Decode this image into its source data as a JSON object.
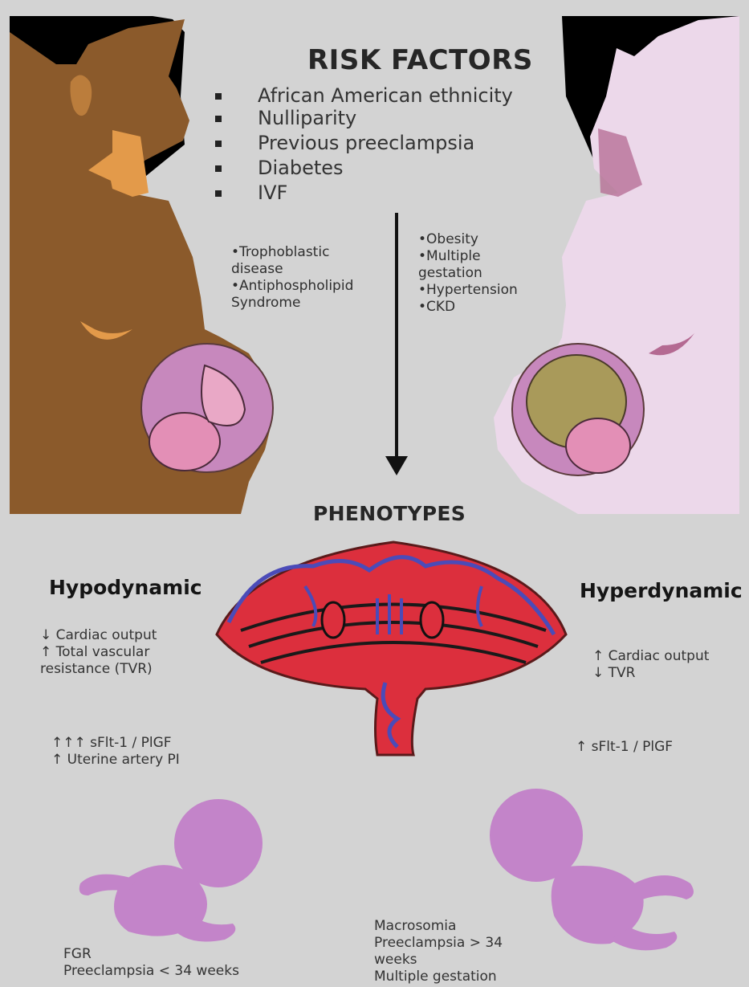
{
  "risk_factors": {
    "title": "RISK FACTORS",
    "main": [
      "African American ethnicity",
      "Nulliparity",
      "Previous preeclampsia",
      "Diabetes",
      "IVF"
    ],
    "left_column": [
      "•Trophoblastic",
      "disease",
      "•Antiphospholipid",
      "Syndrome"
    ],
    "right_column": [
      "•Obesity",
      "•Multiple",
      "gestation",
      "•Hypertension",
      "•CKD"
    ]
  },
  "phenotypes": {
    "title": "PHENOTYPES",
    "hypodynamic": {
      "title": "Hypodynamic",
      "hemodynamics": [
        "↓ Cardiac output",
        "↑ Total vascular",
        "resistance (TVR)"
      ],
      "markers": [
        "↑↑↑ sFlt-1 / PlGF",
        "↑ Uterine artery PI"
      ],
      "outcomes": [
        "FGR",
        "Preeclampsia < 34 weeks"
      ]
    },
    "hyperdynamic": {
      "title": "Hyperdynamic",
      "hemodynamics": [
        "↑ Cardiac output",
        "↓ TVR"
      ],
      "markers": [
        "↑ sFlt-1 / PlGF"
      ],
      "outcomes": [
        "Macrosomia",
        "Preeclampsia > 34",
        "weeks",
        "Multiple gestation"
      ]
    }
  },
  "colors": {
    "background": "#d3d3d3",
    "left_figure": "#8b5a2b",
    "left_accent": "#e39a4a",
    "right_figure": "#ecd8ea",
    "right_accent": "#b46a92",
    "hair": "#000000",
    "uterus": "#c788bd",
    "fetus": "#e38fb6",
    "placenta": "#dc2f3d",
    "vessels": "#4b4bb8",
    "baby": "#c384c9"
  }
}
